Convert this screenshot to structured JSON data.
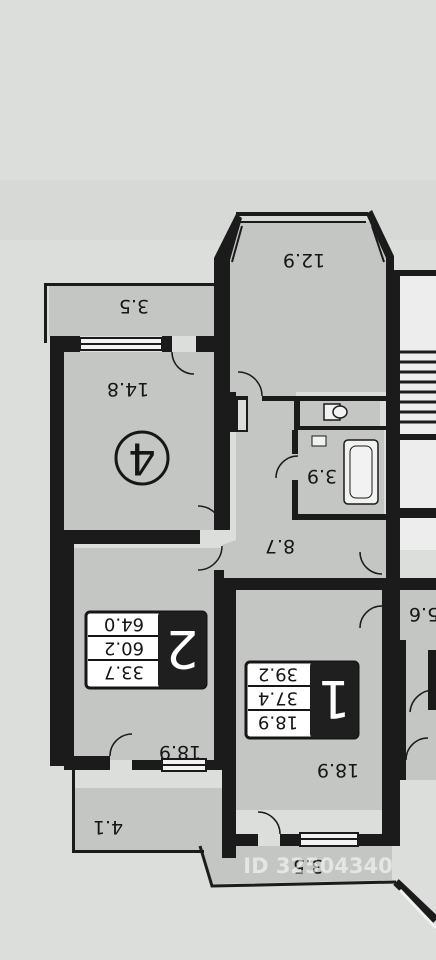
{
  "rooms": {
    "loggia_top": "12.9",
    "balcony_left_top": "3.5",
    "room_top_left": "14.8",
    "bathroom": "3.9",
    "hall": "8.7",
    "room_mid_left": "18.9",
    "room_right": "18.9",
    "balcony_left_bottom": "4.1",
    "balcony_bottom": "3.5",
    "right_edge": "5.6"
  },
  "markers": {
    "room_four": "4"
  },
  "apartment_two": {
    "number": "2",
    "areas": [
      "33.7",
      "60.2",
      "64.0"
    ]
  },
  "apartment_one": {
    "number": "1",
    "areas": [
      "18.9",
      "37.4",
      "39.2"
    ]
  },
  "watermark": "ID 32504340"
}
